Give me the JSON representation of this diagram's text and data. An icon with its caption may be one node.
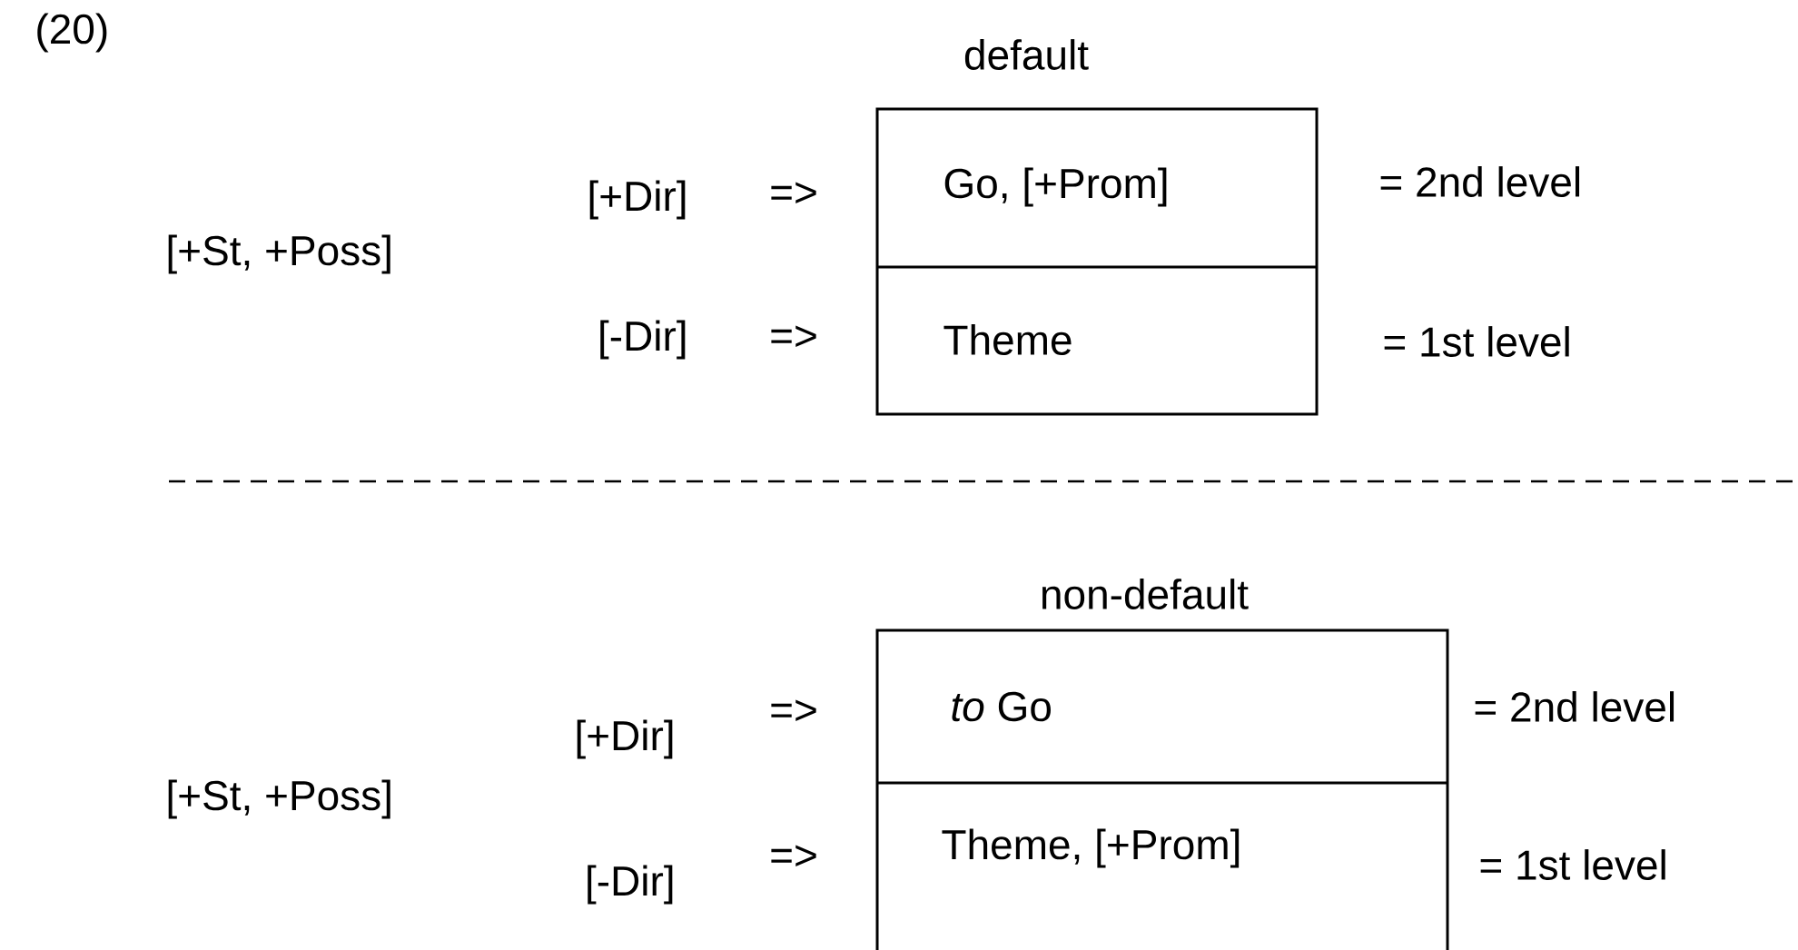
{
  "diagram": {
    "nodes": [
      {
        "text": [
          "default"
        ]
      },
      {
        "text": [
          "Go, [+Prom]"
        ],
        "in": 0
      },
      {
        "text": [
          "Theme"
        ],
        "in": 0
      },
      {
        "text": [
          "non-default"
        ]
      },
      {
        "text": [
          "*to* Go"
        ],
        "in": 3
      },
      {
        "text": [
          "Theme, [+Prom]"
        ],
        "in": 3
      }
    ],
    "labels": [
      "(20)",
      "[+Dir]",
      "=>",
      "= 2nd level",
      "[+St, +Poss]",
      "[-Dir]",
      "=>",
      "= 1st level",
      "[+Dir]",
      "=>",
      "= 2nd level",
      "[+St, +Poss]",
      "[-Dir]",
      "=>",
      "= 1st level"
    ]
  }
}
